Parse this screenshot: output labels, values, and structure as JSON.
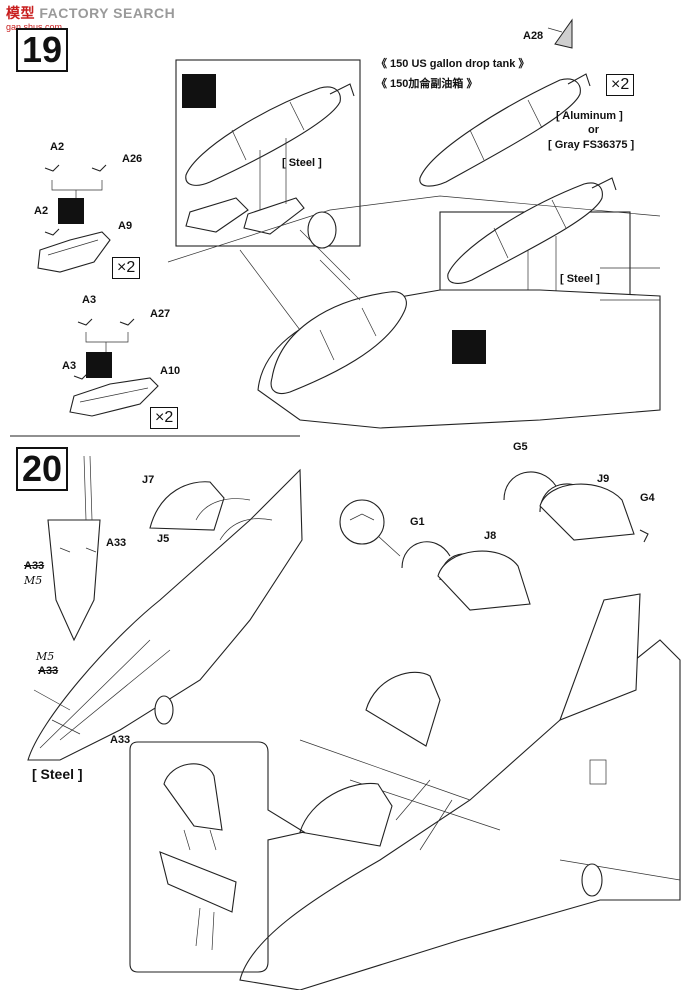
{
  "watermark": {
    "brand_a": "模型",
    "brand_b": "FACTORY SEARCH",
    "sub": "gan.shus.com"
  },
  "steps": {
    "s19": "19",
    "s20": "20"
  },
  "parts": {
    "A2_top": "A2",
    "A26": "A26",
    "A2_mid": "A2",
    "A9": "A9",
    "A3_top": "A3",
    "A27": "A27",
    "A3_mid": "A3",
    "A10": "A10",
    "A28": "A28",
    "J7": "J7",
    "J5": "J5",
    "A33_left": "A33",
    "A33_small": "A33",
    "M5_left": "M5",
    "M5_lower": "M5",
    "A33_lower": "A33",
    "A33_nose": "A33",
    "G5": "G5",
    "J9": "J9",
    "G4": "G4",
    "G1": "G1",
    "J8": "J8"
  },
  "mult": {
    "x2_tank": "×2",
    "x2_a9": "×2",
    "x2_a10": "×2"
  },
  "notes": {
    "tank_en": "《  150 US gallon drop tank  》",
    "tank_cn": "《  150加侖副油箱  》",
    "aluminum": "[ Aluminum ]",
    "or": "or",
    "gray": "[ Gray  FS36375 ]",
    "steel_1": "[ Steel ]",
    "steel_2": "[ Steel ]",
    "steel_3": "[ Steel ]"
  },
  "icons": [
    "glue-icon",
    "glue-icon",
    "glue-icon",
    "glue-icon"
  ]
}
